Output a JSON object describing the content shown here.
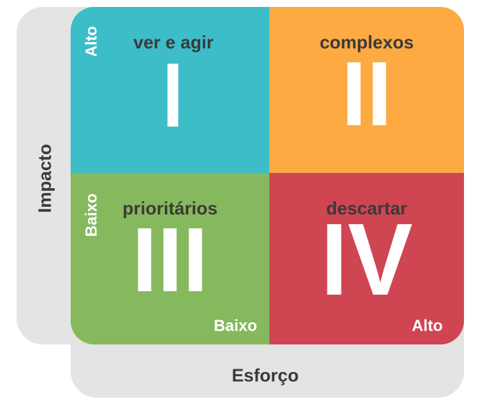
{
  "colors": {
    "quadrant_1": "#3dbdc8",
    "quadrant_2": "#fdaa42",
    "quadrant_3": "#86b95d",
    "quadrant_4": "#cf4552",
    "axis_background": "#e4e4e4"
  },
  "axes": {
    "vertical": {
      "title": "Impacto",
      "high": "Alto",
      "low": "Baixo"
    },
    "horizontal": {
      "title": "Esforço",
      "low": "Baixo",
      "high": "Alto"
    }
  },
  "quadrants": [
    {
      "numeral": "I",
      "label": "ver e agir"
    },
    {
      "numeral": "II",
      "label": "complexos"
    },
    {
      "numeral": "III",
      "label": "prioritários"
    },
    {
      "numeral": "IV",
      "label": "descartar"
    }
  ]
}
